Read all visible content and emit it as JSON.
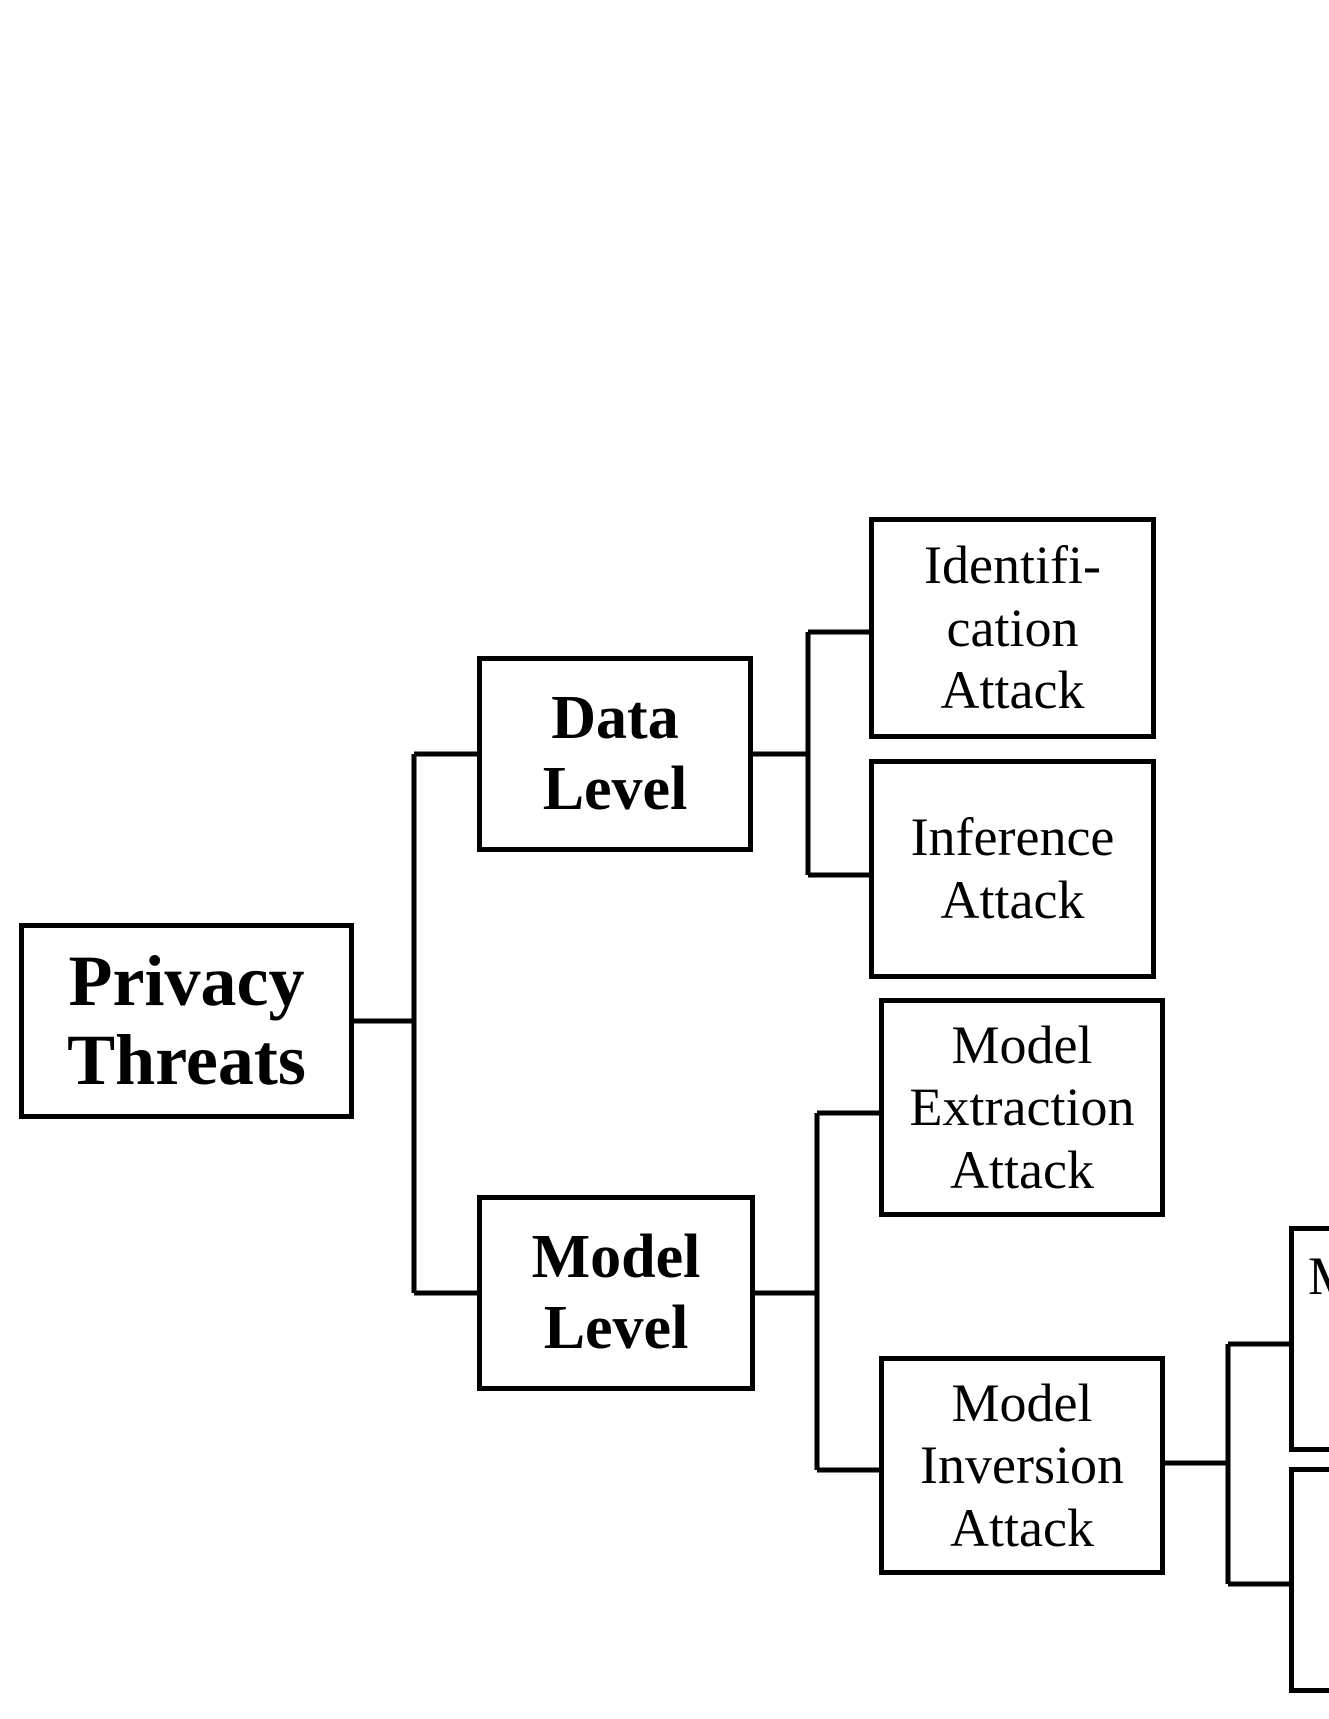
{
  "diagram": {
    "stroke_color": "#000000",
    "background_color": "#ffffff",
    "nodes": {
      "root": "Privacy\nThreats",
      "data_level": "Data\nLevel",
      "model_level": "Model\nLevel",
      "identification": "Identifi-\ncation\nAttack",
      "inference": "Inference\nAttack",
      "model_extraction": "Model\nExtraction\nAttack",
      "model_inversion": "Model\nInversion\nAttack",
      "cut_off_child": "M"
    }
  }
}
